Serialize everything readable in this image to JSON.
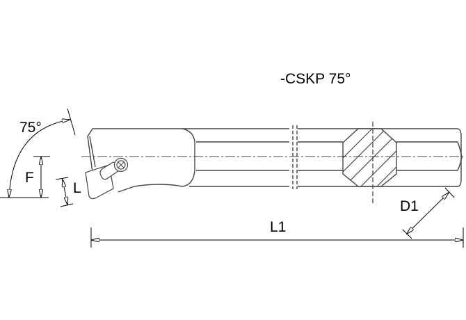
{
  "drawing": {
    "title": "-CSKP 75°",
    "type": "boring bar technical drawing",
    "line_color": "#000000",
    "body_line_color": "#555555",
    "background": "#ffffff"
  },
  "dimensions": {
    "angle": "75°",
    "F": "F",
    "L": "L",
    "L1": "L1",
    "D1": "D1"
  }
}
